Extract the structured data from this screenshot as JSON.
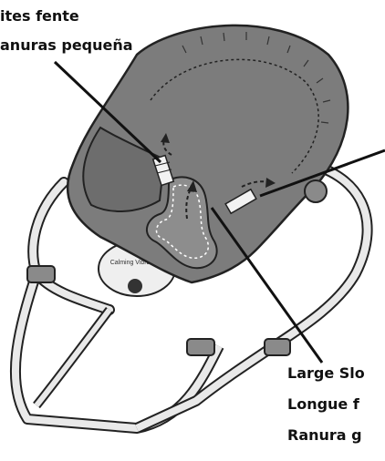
{
  "labels": {
    "small_slot": {
      "line_en_partial": "",
      "line_fr": "ites fente",
      "line_es": "anuras pequeña"
    },
    "large_slot": {
      "line_en": "Large Slo",
      "line_fr": "Longue f",
      "line_es": "Ranura g"
    }
  },
  "product_badge": {
    "text": "Calming Vibrations"
  },
  "colors": {
    "seat_fabric": "#7c7c7c",
    "seat_shadow": "#5e5e5e",
    "frame": "#e9e9e9",
    "frame_outline": "#222222",
    "foot": "#8a8a8a",
    "stitch": "#ffffff",
    "strap": "#f2f2f2"
  }
}
